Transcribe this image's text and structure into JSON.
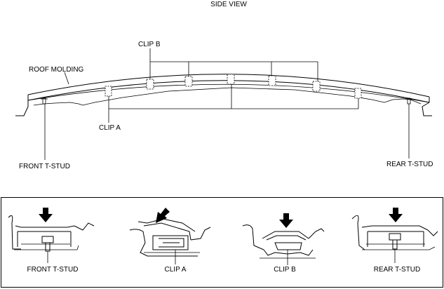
{
  "side_view": {
    "title": "SIDE VIEW",
    "labels": {
      "roof_molding": "ROOF MOLDING",
      "clip_b": "CLIP B",
      "clip_a": "CLIP A",
      "front_t_stud": "FRONT T-STUD",
      "rear_t_stud": "REAR T-STUD"
    }
  },
  "detail_panel": {
    "details": [
      {
        "label": "FRONT T-STUD"
      },
      {
        "label": "CLIP A"
      },
      {
        "label": "CLIP B"
      },
      {
        "label": "REAR T-STUD"
      }
    ]
  },
  "colors": {
    "line": "#000000",
    "background": "#ffffff"
  }
}
